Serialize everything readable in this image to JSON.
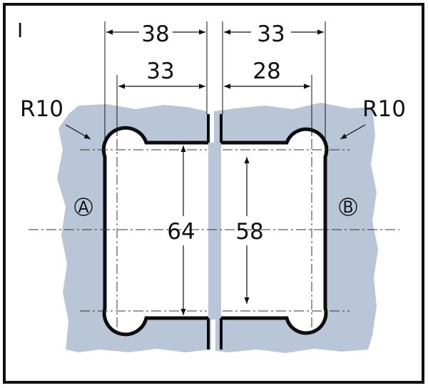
{
  "panel_label": "I",
  "dimensions": {
    "a_outer_width": "38",
    "a_inner_width": "33",
    "b_outer_width": "33",
    "b_inner_width": "28",
    "a_height": "64",
    "b_height": "58"
  },
  "radius_left": "R10",
  "radius_right": "R10",
  "marker_a": "A",
  "marker_b": "B",
  "colors": {
    "material_fill": "#b9c6d8",
    "frame": "#111111",
    "line": "#111111"
  }
}
